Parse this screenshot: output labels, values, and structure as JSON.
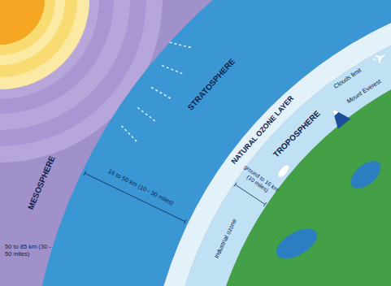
{
  "diagram": {
    "nodes": [
      {
        "text": [
          "MESOSPHERE",
          "50 to 85 km (30 - 50 miles)"
        ]
      },
      {
        "text": [
          "STRATOSPHERE",
          "16 to 50 km (10 - 30 miles)"
        ]
      },
      {
        "text": [
          "NATURAL OZONE LAYER"
        ]
      },
      {
        "text": [
          "TROPOSPHERE",
          "ground to 16 km (10 miles)"
        ]
      }
    ],
    "labels": [
      "Clouds limit",
      "Mount Everest",
      "Industrial ozone"
    ]
  }
}
